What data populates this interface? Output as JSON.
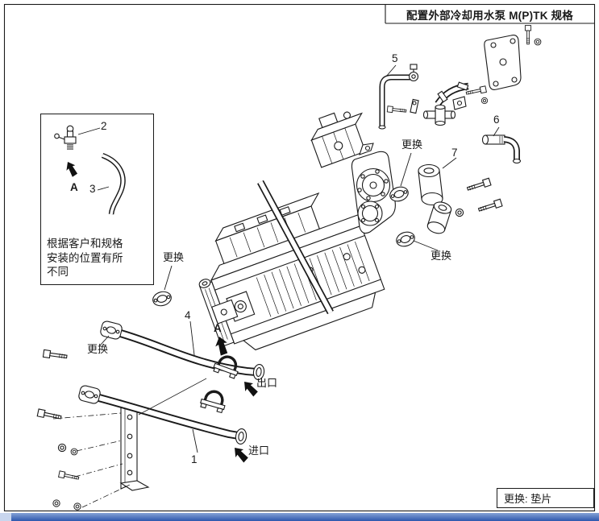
{
  "header": {
    "title": "配置外部冷却用水泵 M(P)TK 规格"
  },
  "note_box": {
    "line1": "根据客户和规格",
    "line2": "安装的位置有所",
    "line3": "不同",
    "part2": "2",
    "part3": "3",
    "view_label": "A"
  },
  "callouts": {
    "n1": "1",
    "n4": "4",
    "n5": "5",
    "n6": "6",
    "n7": "7"
  },
  "annotations": {
    "replace_top": "更换",
    "replace_right": "更换",
    "replace_left": "更换",
    "replace_bottom": "更换",
    "outlet": "出口",
    "inlet": "进口",
    "view_a": "A"
  },
  "legend": {
    "text": "更换: 垫片"
  },
  "colors": {
    "window_bar": "#2e57ad",
    "line": "#1a1a1a",
    "paper": "#ffffff"
  }
}
